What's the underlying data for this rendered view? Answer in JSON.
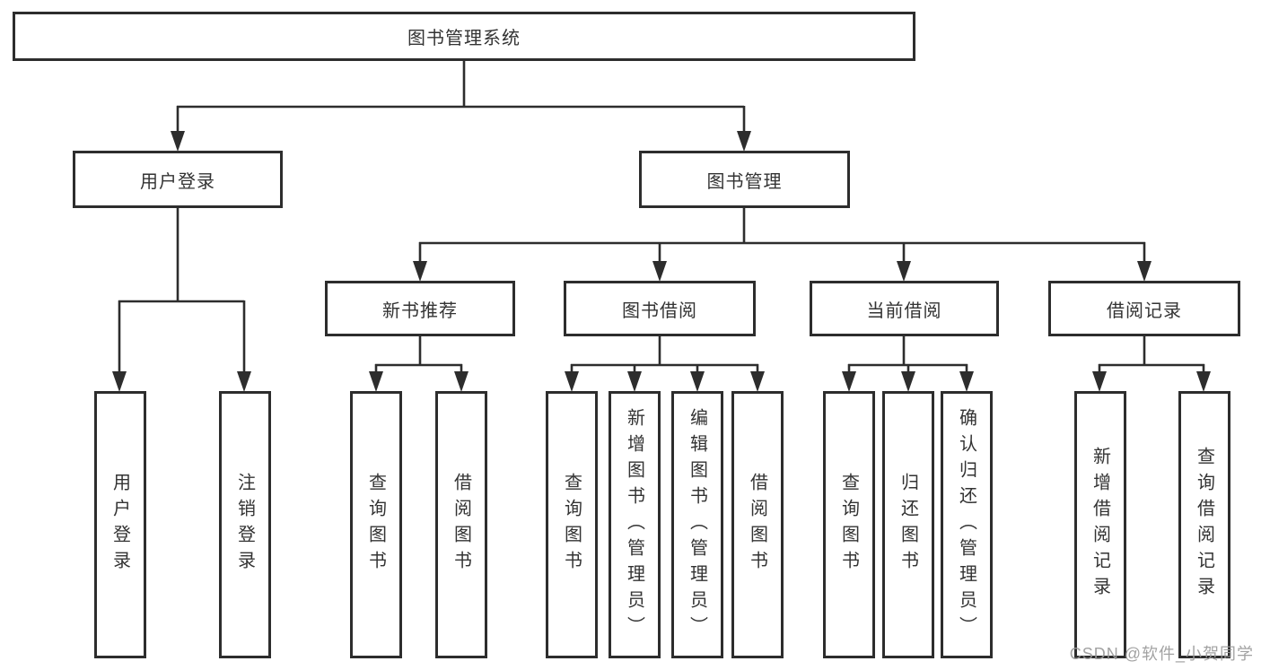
{
  "tree": {
    "label": "图书管理系统",
    "children": [
      {
        "label": "用户登录",
        "children": [
          {
            "label": "用户登录"
          },
          {
            "label": "注销登录"
          }
        ]
      },
      {
        "label": "图书管理",
        "children": [
          {
            "label": "新书推荐",
            "children": [
              {
                "label": "查询图书"
              },
              {
                "label": "借阅图书"
              }
            ]
          },
          {
            "label": "图书借阅",
            "children": [
              {
                "label": "查询图书"
              },
              {
                "label": "新增图书（管理员）"
              },
              {
                "label": "编辑图书（管理员）"
              },
              {
                "label": "借阅图书"
              }
            ]
          },
          {
            "label": "当前借阅",
            "children": [
              {
                "label": "查询图书"
              },
              {
                "label": "归还图书"
              },
              {
                "label": "确认归还（管理员）"
              }
            ]
          },
          {
            "label": "借阅记录",
            "children": [
              {
                "label": "新增借阅记录"
              },
              {
                "label": "查询借阅记录"
              }
            ]
          }
        ]
      }
    ]
  },
  "watermark": "CSDN @软件_小贺同学",
  "colors": {
    "line": "#2d2d2d",
    "text": "#333333",
    "watermark": "#9b9b9b",
    "background": "#ffffff"
  }
}
